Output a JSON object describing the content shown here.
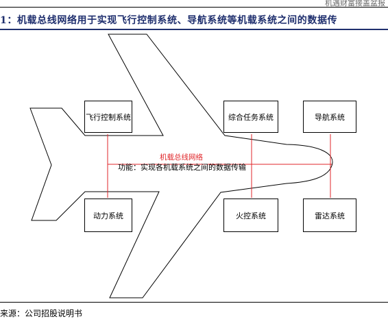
{
  "header": {
    "report_title": "机遇财富接盖盆报"
  },
  "figure": {
    "title": "1：机载总线网络用于实现飞行控制系统、导航系统等机载系统之间的数据传",
    "bus": {
      "label": "机载总线网络",
      "function": "功能：实现各机载系统之间的数据传输"
    },
    "systems": {
      "flight_control": "飞行控制系统",
      "mission": "综合任务系统",
      "navigation": "导航系统",
      "power": "动力系统",
      "fire_control": "火控系统",
      "radar": "雷达系统"
    },
    "colors": {
      "bus_line": "#e0262a",
      "title": "#1f2f6e"
    }
  },
  "source": "来源：公司招股说明书"
}
